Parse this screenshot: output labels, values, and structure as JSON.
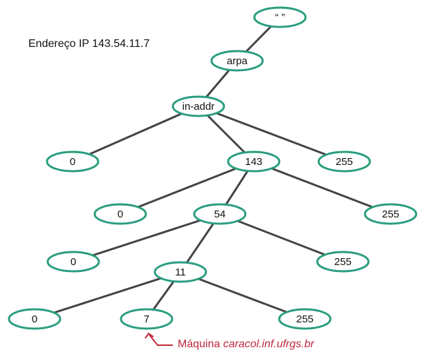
{
  "title": "Endereço IP 143.54.11.7",
  "note": {
    "prefix": "Máquina ",
    "host": "caracol.inf.ufrgs.br"
  },
  "colors": {
    "node_stroke": "#2a9d7f",
    "edge": "#444444",
    "note": "#c0283a"
  },
  "nodes": [
    {
      "id": "root",
      "label": "“ ”"
    },
    {
      "id": "arpa",
      "label": "arpa"
    },
    {
      "id": "inaddr",
      "label": "in-addr"
    },
    {
      "id": "l1_0",
      "label": "0"
    },
    {
      "id": "l1_143",
      "label": "143"
    },
    {
      "id": "l1_255",
      "label": "255"
    },
    {
      "id": "l2_0",
      "label": "0"
    },
    {
      "id": "l2_54",
      "label": "54"
    },
    {
      "id": "l2_255",
      "label": "255"
    },
    {
      "id": "l3_0",
      "label": "0"
    },
    {
      "id": "l3_11",
      "label": "11"
    },
    {
      "id": "l3_255",
      "label": "255"
    },
    {
      "id": "l4_0",
      "label": "0"
    },
    {
      "id": "l4_7",
      "label": "7"
    },
    {
      "id": "l4_255",
      "label": "255"
    }
  ],
  "edges": [
    [
      "root",
      "arpa"
    ],
    [
      "arpa",
      "inaddr"
    ],
    [
      "inaddr",
      "l1_0"
    ],
    [
      "inaddr",
      "l1_143"
    ],
    [
      "inaddr",
      "l1_255"
    ],
    [
      "l1_143",
      "l2_0"
    ],
    [
      "l1_143",
      "l2_54"
    ],
    [
      "l1_143",
      "l2_255"
    ],
    [
      "l2_54",
      "l3_0"
    ],
    [
      "l2_54",
      "l3_11"
    ],
    [
      "l2_54",
      "l3_255"
    ],
    [
      "l3_11",
      "l4_0"
    ],
    [
      "l3_11",
      "l4_7"
    ],
    [
      "l3_11",
      "l4_255"
    ]
  ]
}
